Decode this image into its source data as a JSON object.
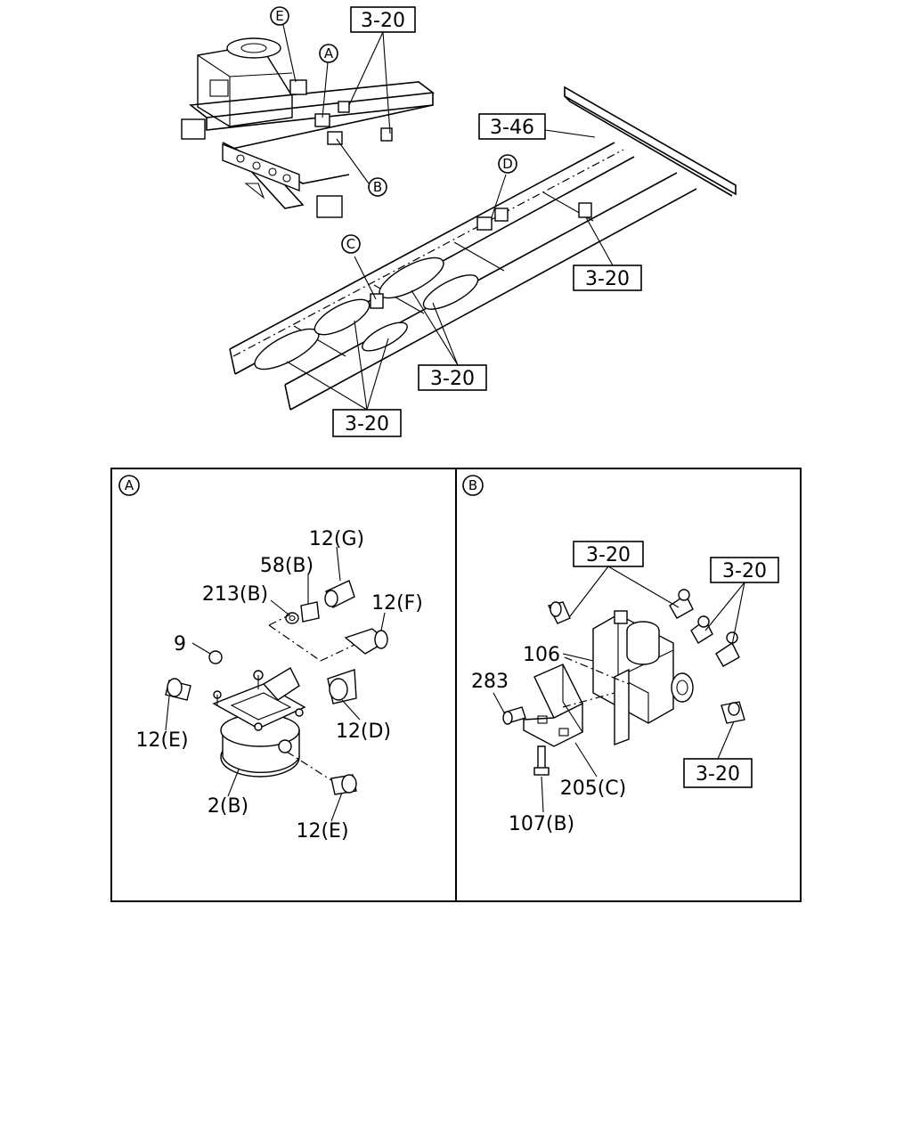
{
  "overview": {
    "references": {
      "ref_top": "3-20",
      "ref_346": "3-46",
      "ref_right": "3-20",
      "ref_mid": "3-20",
      "ref_bottom": "3-20"
    },
    "callouts": {
      "A": "A",
      "B": "B",
      "C": "C",
      "D": "D",
      "E": "E"
    }
  },
  "panel_a": {
    "marker": "A",
    "labels": {
      "p12g": "12(G)",
      "p58b": "58(B)",
      "p213b": "213(B)",
      "p12f": "12(F)",
      "p9": "9",
      "p12e_left": "12(E)",
      "p12d": "12(D)",
      "p2b": "2(B)",
      "p12e_bottom": "12(E)"
    }
  },
  "panel_b": {
    "marker": "B",
    "labels": {
      "ref_top_left": "3-20",
      "ref_top_right": "3-20",
      "ref_bottom": "3-20",
      "p106": "106",
      "p283": "283",
      "p205c": "205(C)",
      "p107b": "107(B)"
    }
  }
}
